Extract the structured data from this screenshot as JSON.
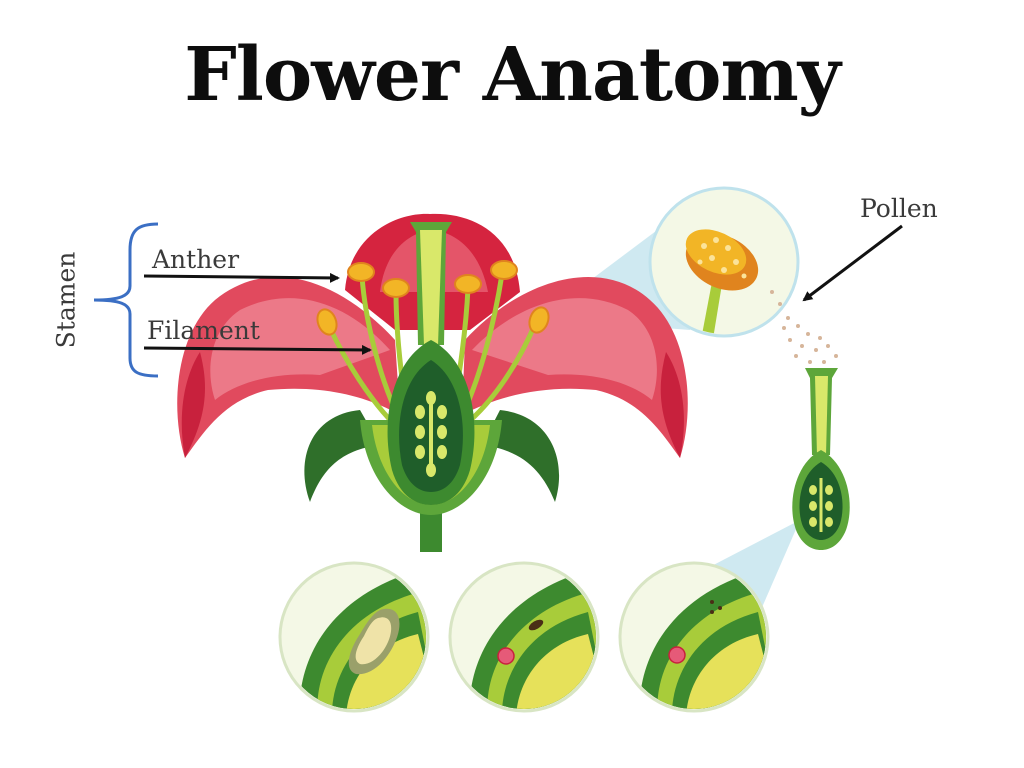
{
  "title": "Flower Anatomy",
  "labels": {
    "stamen": "Stamen",
    "anther": "Anther",
    "filament": "Filament",
    "pollen": "Pollen"
  },
  "colors": {
    "petal": "#e14a5e",
    "petal_dark": "#c8213d",
    "petal_light": "#f08a97",
    "green": "#3d8a2f",
    "green_dark": "#1f5e2a",
    "green_light": "#a8cc3a",
    "yellow": "#e6e15a",
    "anther": "#f2b526",
    "ovule": "#e65a78",
    "bracket": "#3b6fc4",
    "zoom_fill": "#bfe2ec",
    "arrow": "#111111"
  }
}
